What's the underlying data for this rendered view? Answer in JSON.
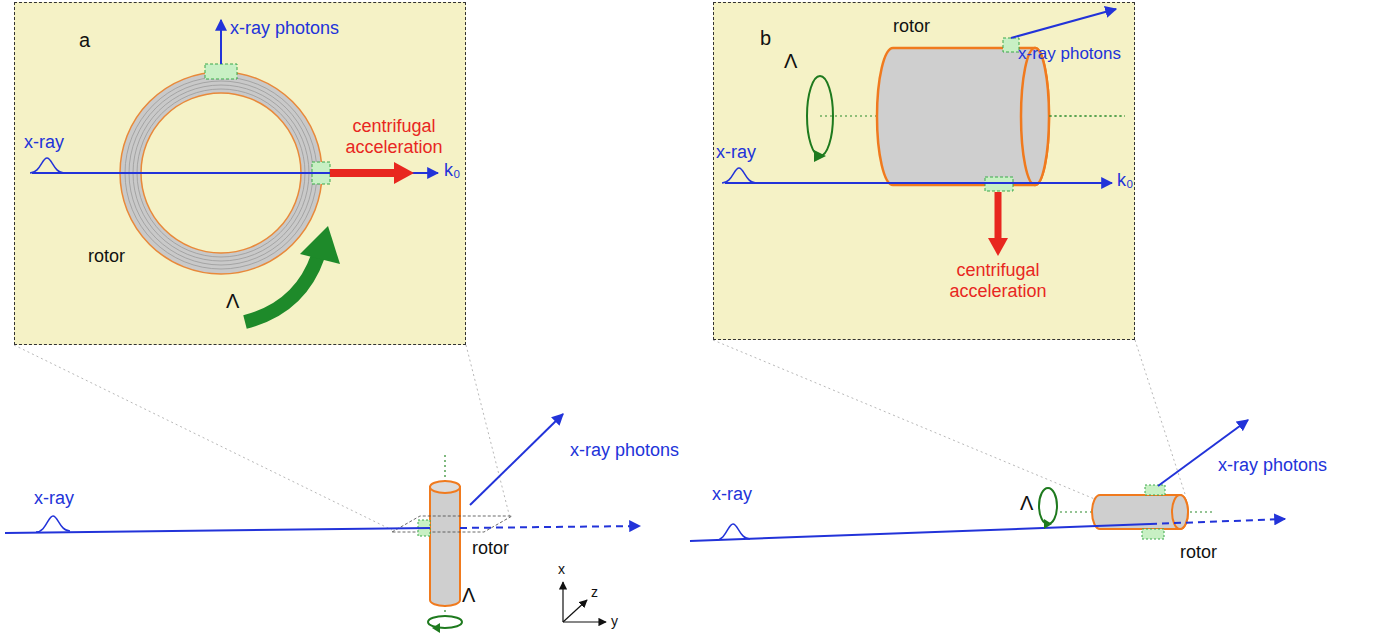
{
  "diagram": {
    "nodes": [
      {
        "text": [
          "a"
        ]
      },
      {
        "text": [
          "b"
        ]
      }
    ],
    "labels": [
      "x-ray photons",
      "x-ray",
      "centrifugal acceleration",
      "k₀",
      "rotor",
      "Λ",
      "Λ",
      "rotor",
      "x-ray photons",
      "x-ray",
      "k₀",
      "centrifugal acceleration",
      "x-ray",
      "x-ray photons",
      "rotor",
      "Λ",
      "x",
      "z",
      "y",
      "x-ray",
      "Λ",
      "x-ray photons",
      "rotor"
    ]
  }
}
